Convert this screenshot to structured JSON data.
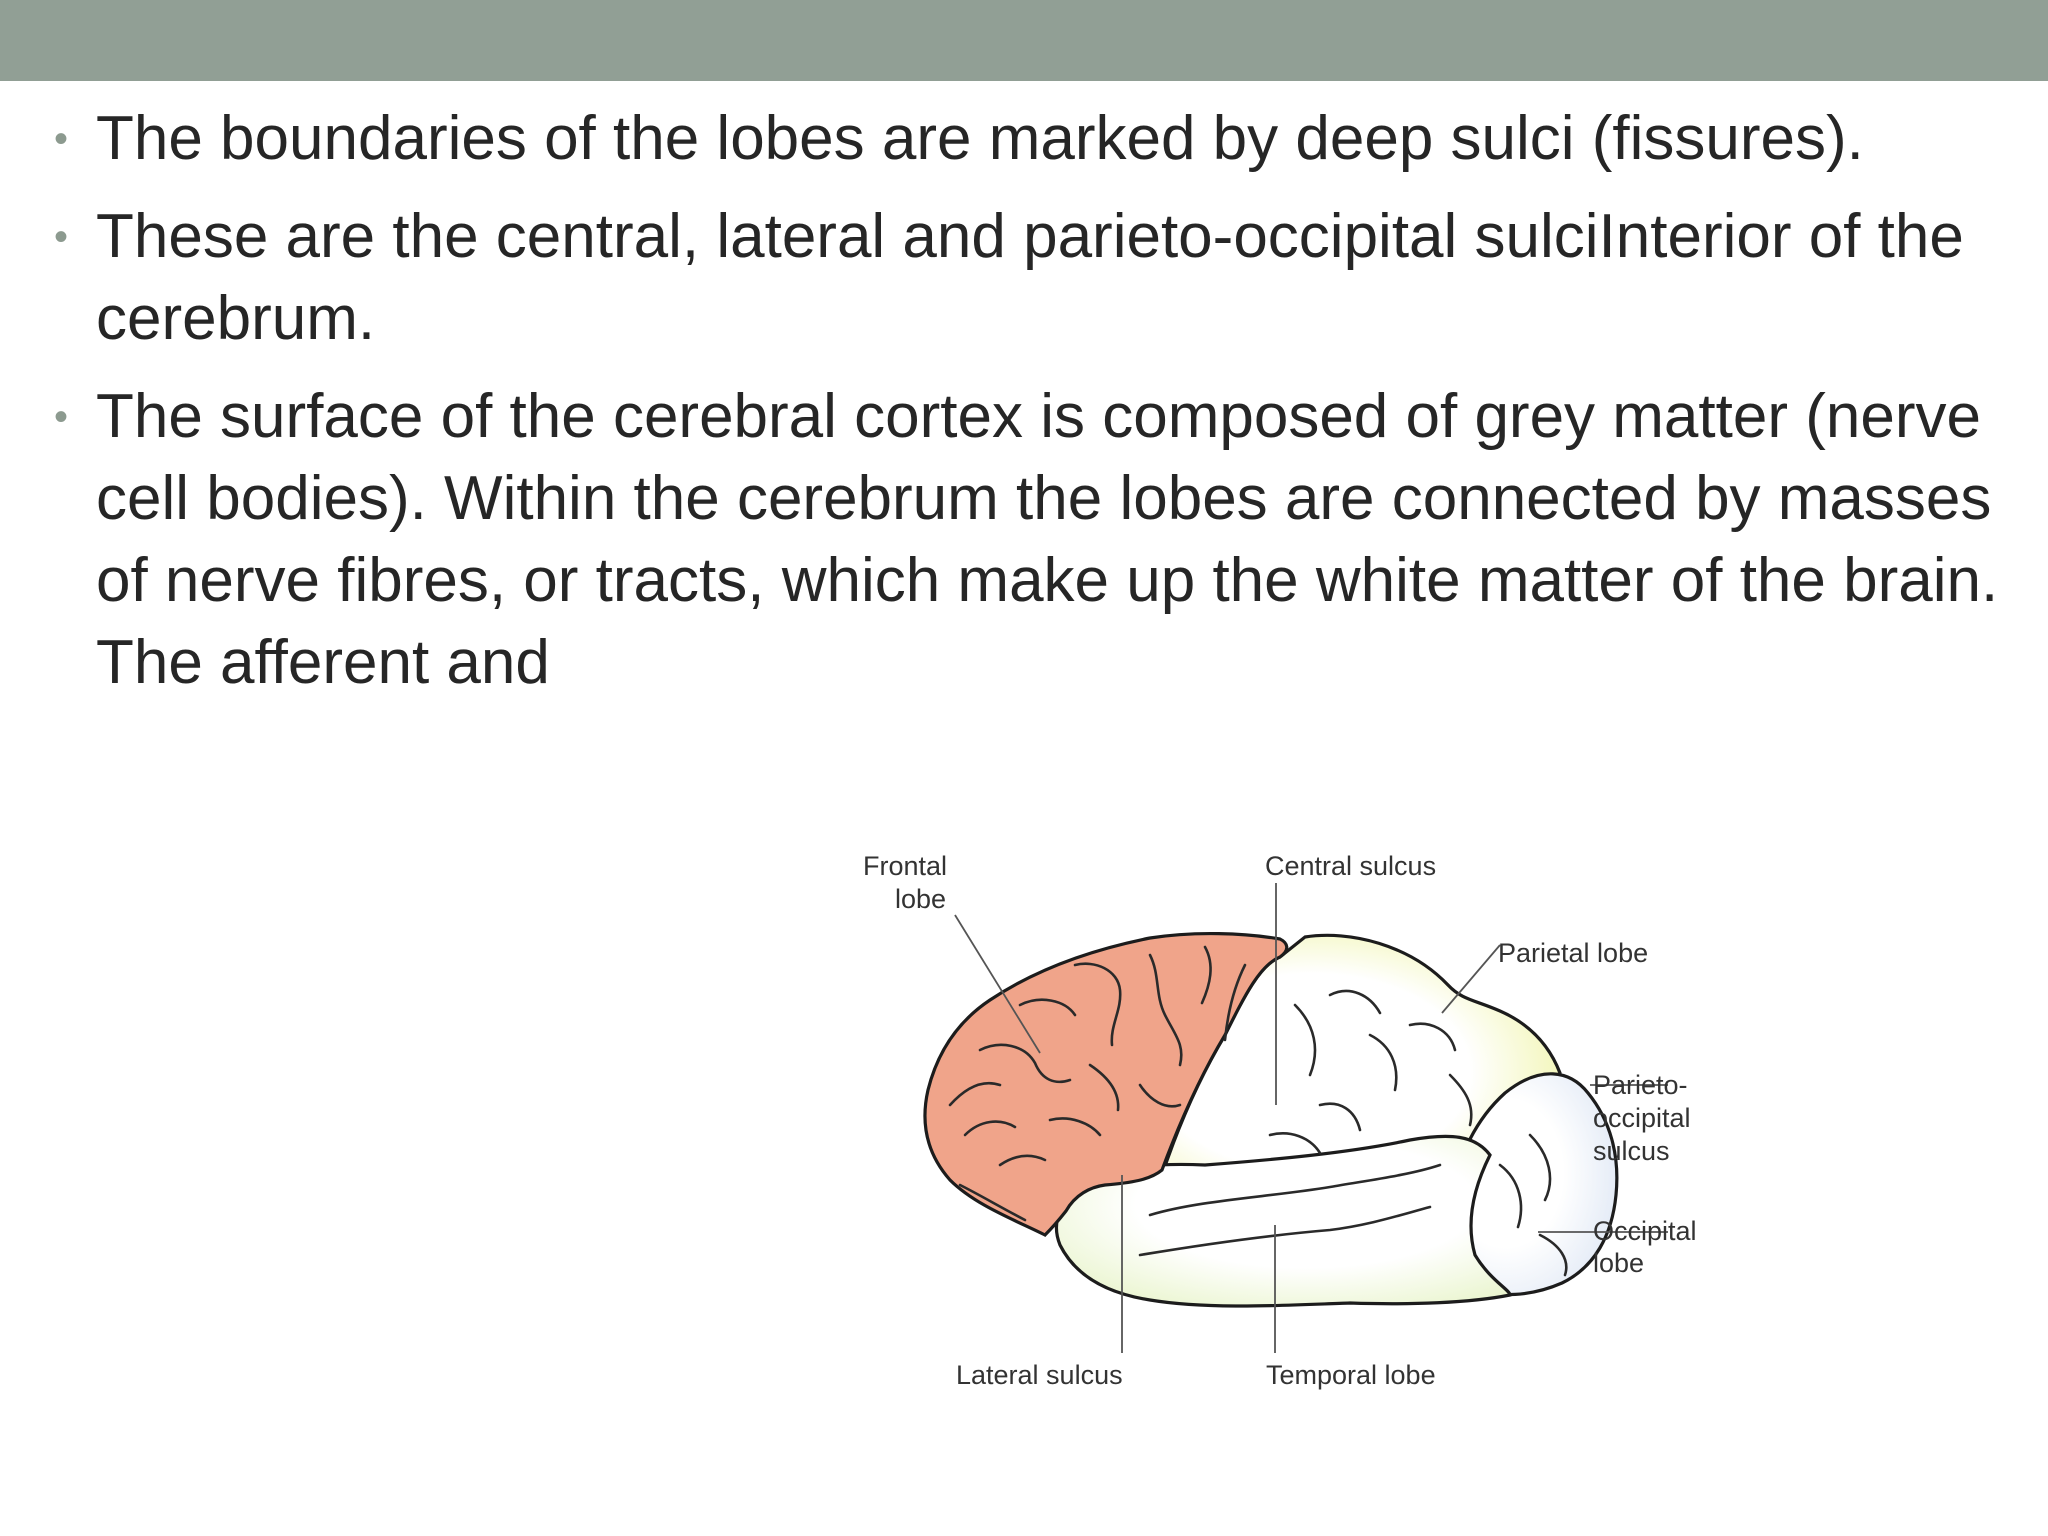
{
  "slide": {
    "bullets": [
      "The boundaries of the lobes are marked by deep sulci (fissures).",
      "These are the central, lateral and parieto-occipital sulciInterior of the cerebrum.",
      "The surface of the cerebral cortex is composed of grey matter (nerve cell bodies). Within the cerebrum the lobes are connected by masses of nerve fibres, or tracts, which make up the white matter of the brain. The afferent and"
    ],
    "bullet_glyph": "•"
  },
  "figure": {
    "labels": {
      "frontal_1": "Frontal",
      "frontal_2": "lobe",
      "central_sulcus": "Central sulcus",
      "parietal_lobe": "Parietal lobe",
      "parieto_1": "Parieto-",
      "parieto_2": "occipital",
      "parieto_3": "sulcus",
      "occipital_1": "Occipital",
      "occipital_2": "lobe",
      "lateral_sulcus": "Lateral sulcus",
      "temporal_lobe": "Temporal lobe"
    },
    "colors": {
      "frontal": "#f0a48a",
      "parietal_edge": "#eef3a0",
      "temporal_edge": "#e6f3c6",
      "occipital_edge": "#dde6f4"
    }
  }
}
